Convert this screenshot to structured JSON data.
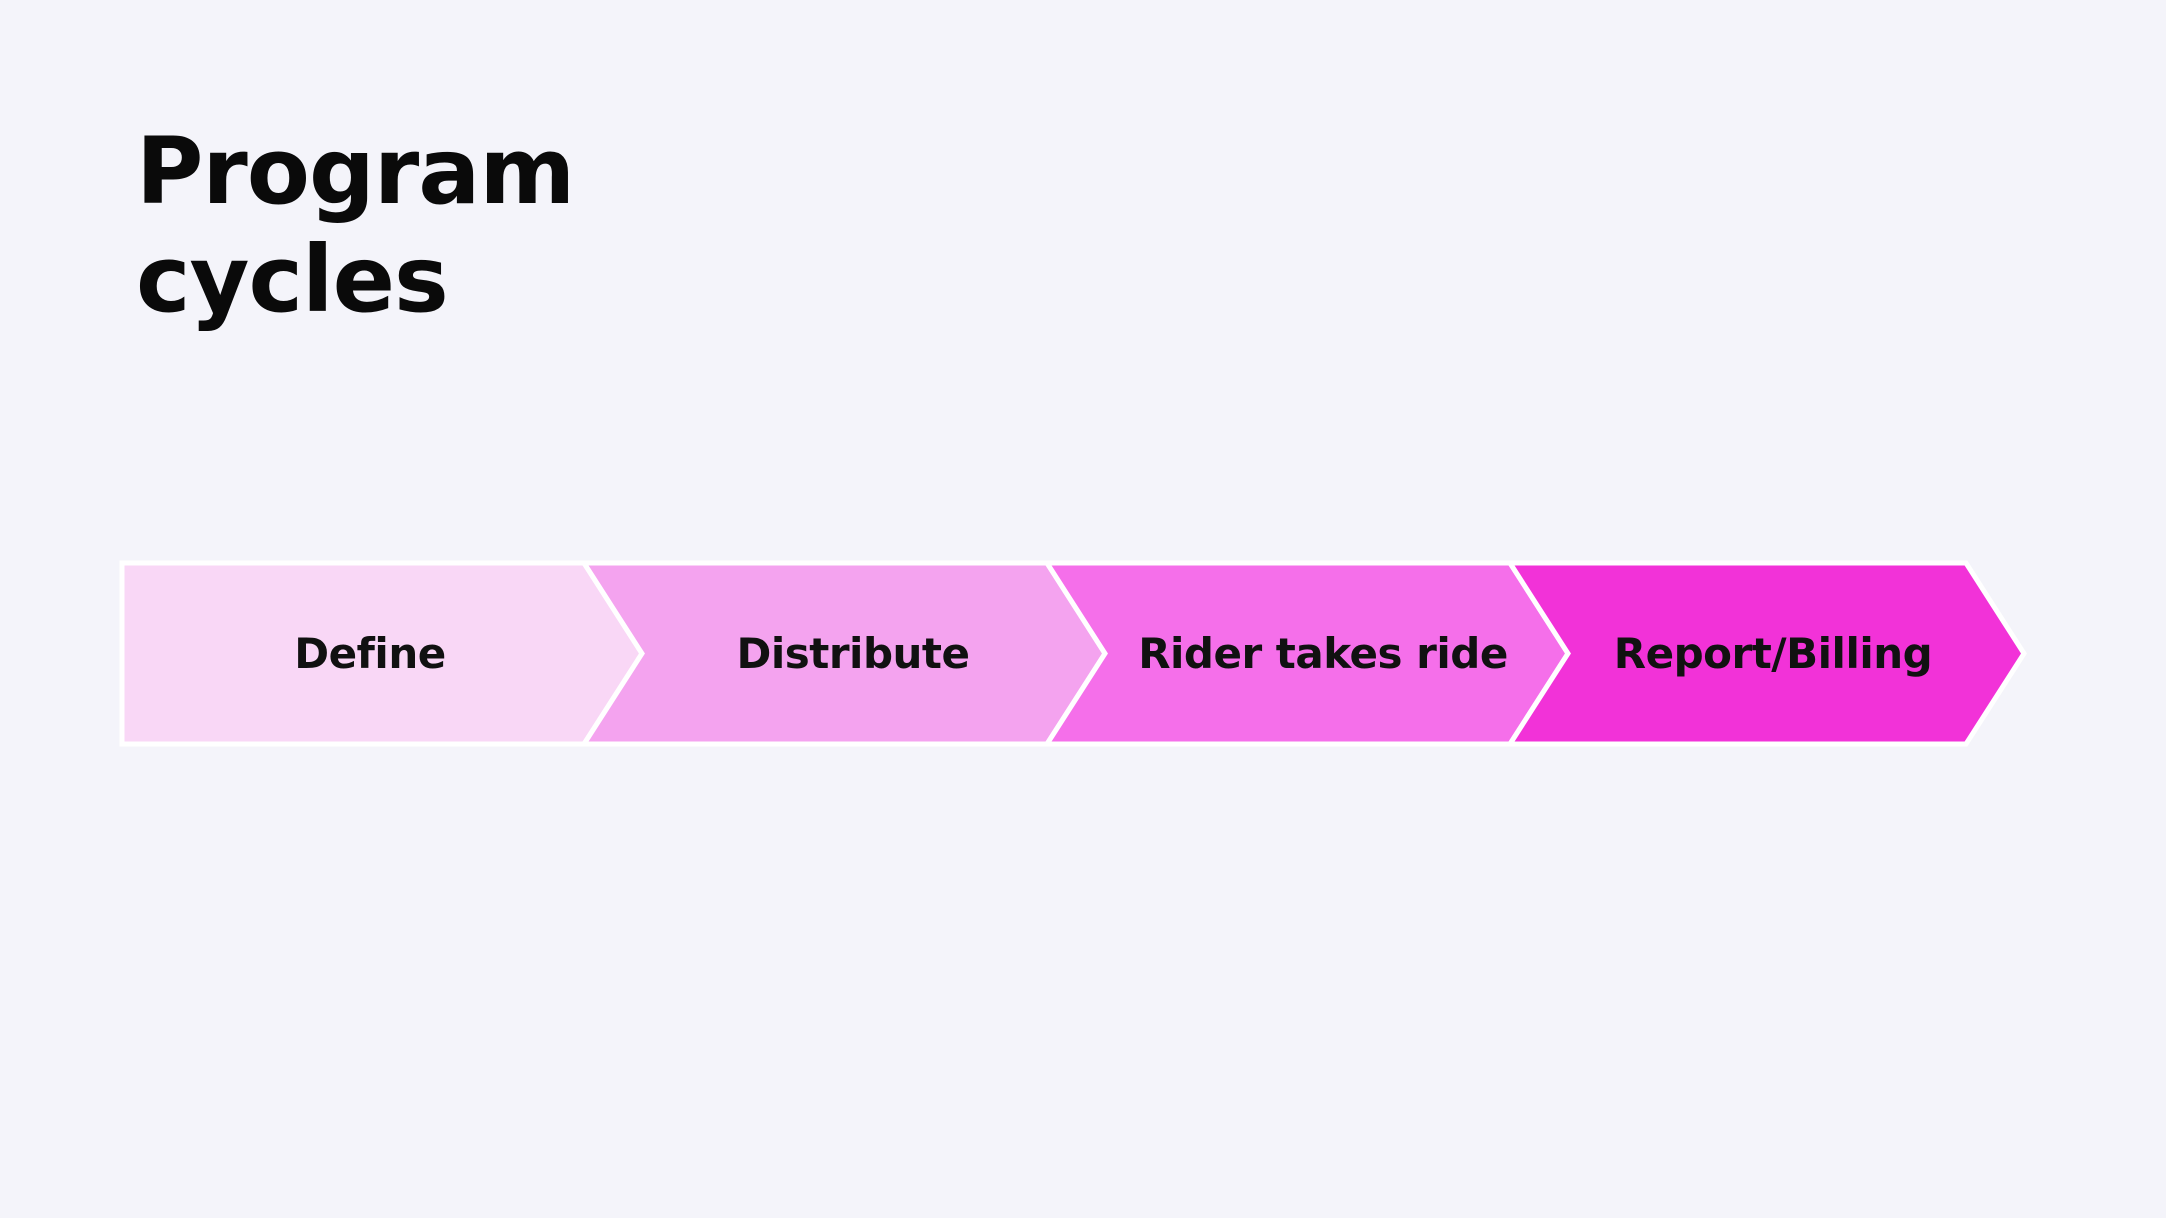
{
  "slide": {
    "title_line1": "Program",
    "title_line2": "cycles"
  },
  "process": {
    "steps": [
      {
        "label": "Define",
        "color": "#f9d7f6"
      },
      {
        "label": "Distribute",
        "color": "#f4a3ef"
      },
      {
        "label": "Rider takes ride",
        "color": "#f56fea"
      },
      {
        "label": "Report/Billing",
        "color": "#f232d8"
      }
    ]
  },
  "colors": {
    "background": "#f4f4fa",
    "separator": "#ffffff",
    "text": "#111111"
  }
}
